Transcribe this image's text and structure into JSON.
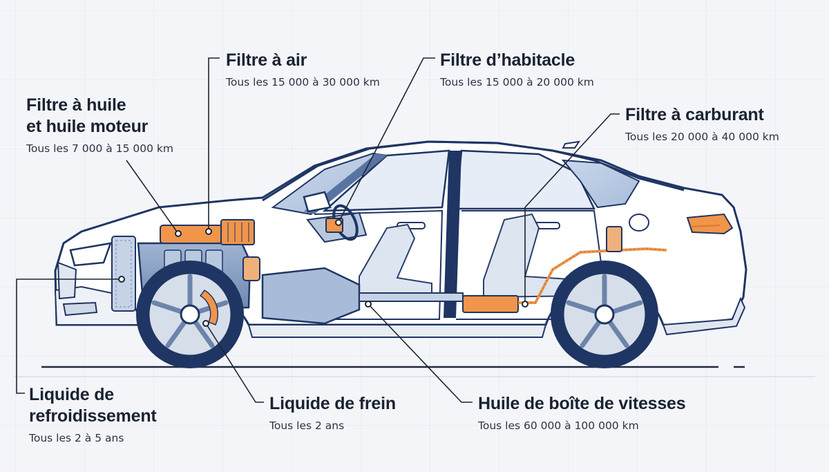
{
  "colors": {
    "background": "#f3f5f8",
    "outline": "#1f3563",
    "body": "#ffffff",
    "interior": "#dbe4f0",
    "mechanics": "#8aa2c4",
    "accent_orange": "#f0954a",
    "leader_line": "#1c2433"
  },
  "labels": {
    "oil_filter": {
      "title": "Filtre à huile",
      "title_line2": "et huile moteur",
      "interval": "Tous les 7 000 à 15 000 km"
    },
    "air_filter": {
      "title": "Filtre à air",
      "interval": "Tous les 15 000 à 30 000 km"
    },
    "cabin_filter": {
      "title": "Filtre d’habitacle",
      "interval": "Tous les 15 000 à 20 000 km"
    },
    "fuel_filter": {
      "title": "Filtre à carburant",
      "interval": "Tous les 20 000 à 40 000 km"
    },
    "coolant": {
      "title": "Liquide de",
      "title_line2": "refroidissement",
      "interval": "Tous les 2 à 5 ans"
    },
    "brake_fluid": {
      "title": "Liquide de frein",
      "interval": "Tous les 2 ans"
    },
    "gearbox_oil": {
      "title": "Huile de boîte de vitesses",
      "interval": "Tous les 60 000 à 100 000 km"
    }
  }
}
